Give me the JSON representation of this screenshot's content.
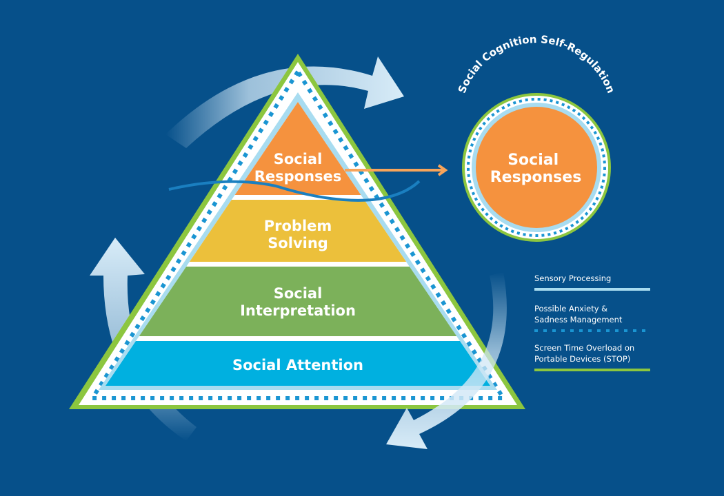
{
  "pyramid": {
    "levels": [
      {
        "label_lines": [
          "Social",
          "Responses"
        ],
        "color": "#f5923e"
      },
      {
        "label_lines": [
          "Problem",
          "Solving"
        ],
        "color": "#ecc03b"
      },
      {
        "label_lines": [
          "Social",
          "Interpretation"
        ],
        "color": "#7cb15a"
      },
      {
        "label_lines": [
          "Social Attention"
        ],
        "color": "#00b0e0"
      }
    ]
  },
  "circle": {
    "arc_title": "Social Cognition Self-Regulation",
    "label_lines": [
      "Social",
      "Responses"
    ],
    "color": "#f5923e"
  },
  "legend": {
    "items": [
      {
        "label": "Sensory Processing",
        "style": "solid",
        "color": "#a8dcf0"
      },
      {
        "label": "Possible Anxiety & Sadness Management",
        "style": "dotted",
        "color": "#1a95d2"
      },
      {
        "label": "Screen Time Overload on Portable Devices (STOP)",
        "style": "solid",
        "color": "#8cc63f"
      }
    ]
  },
  "colors": {
    "background": "#06508a",
    "green_border": "#8cc63f",
    "light_blue_border": "#a8dcf0",
    "dotted_blue": "#1a95d2",
    "cycle_arrow": "#cfe6f5",
    "wave": "#1a7fc0",
    "connector_arrow": "#f7a45a"
  }
}
